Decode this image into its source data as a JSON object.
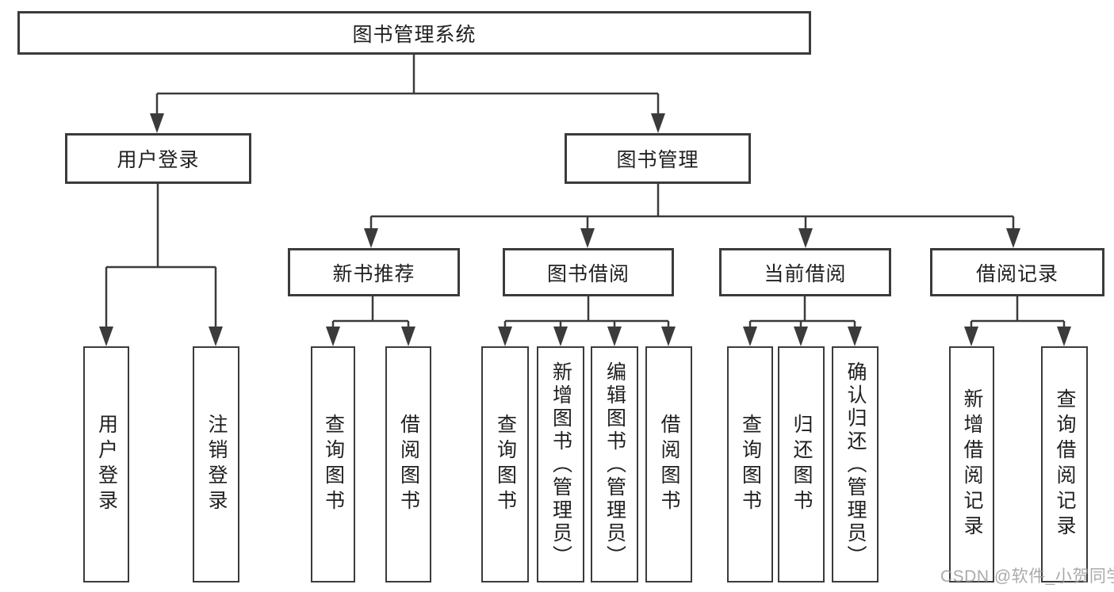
{
  "diagram": {
    "tree": {
      "root": "图书管理系统",
      "login": {
        "label": "用户登录",
        "children": {
          "user_login": "用户登录",
          "logout": "注销登录"
        }
      },
      "mgmt": {
        "label": "图书管理",
        "children": {
          "new_rec": {
            "label": "新书推荐",
            "children": {
              "query": "查询图书",
              "borrow": "借阅图书"
            }
          },
          "borrow": {
            "label": "图书借阅",
            "children": {
              "query": "查询图书",
              "add": "新增图书（管理员）",
              "edit": "编辑图书（管理员）",
              "borrow": "借阅图书"
            }
          },
          "current": {
            "label": "当前借阅",
            "children": {
              "query": "查询图书",
              "return": "归还图书",
              "confirm": "确认归还（管理员）"
            }
          },
          "record": {
            "label": "借阅记录",
            "children": {
              "add": "新增借阅记录",
              "query": "查询借阅记录"
            }
          }
        }
      }
    }
  },
  "watermark": {
    "text": "CSDN @软件_小贺同学"
  },
  "colors": {
    "line": "#3b3b3b",
    "box_border": "#3b3b3b",
    "text": "#1f1f1f",
    "background": "#ffffff",
    "watermark": "#9c9c9c"
  }
}
